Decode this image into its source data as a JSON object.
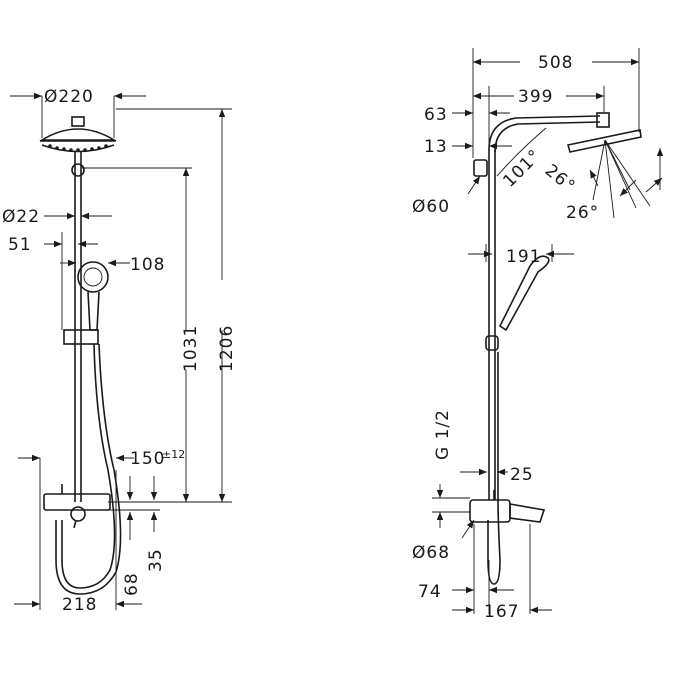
{
  "left_view": {
    "dims": {
      "d220": "Ø220",
      "d22": "Ø22",
      "d51": "51",
      "d108": "108",
      "d1031": "1031",
      "d1206": "1206",
      "d150": "150",
      "d150_tol": "±12",
      "d218": "218",
      "d68": "68",
      "d35": "35"
    }
  },
  "right_view": {
    "dims": {
      "d508": "508",
      "d399": "399",
      "d63": "63",
      "d13": "13",
      "d60": "Ø60",
      "d101": "101°",
      "d26a": "26°",
      "d26b": "26°",
      "d191": "191",
      "g12": "G 1/2",
      "d25": "25",
      "d68": "Ø68",
      "d74": "74",
      "d167": "167"
    }
  }
}
